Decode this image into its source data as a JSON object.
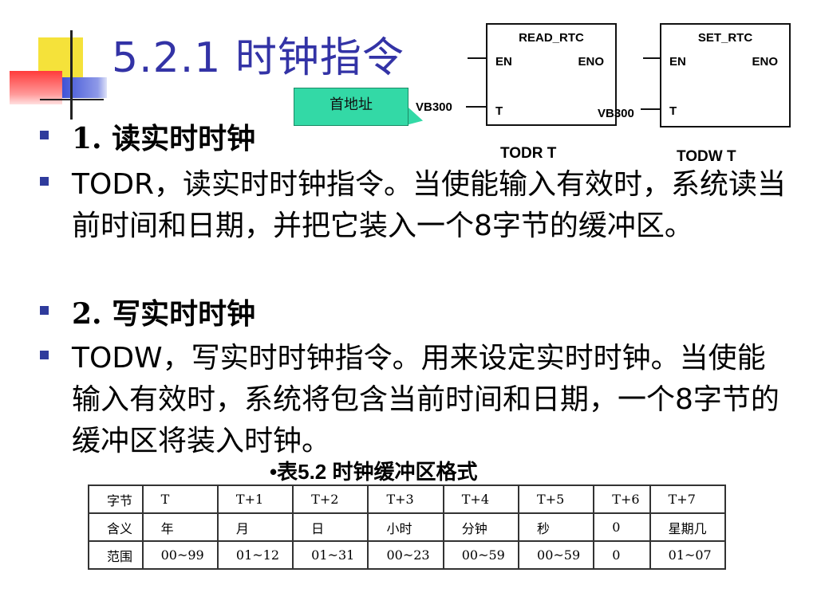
{
  "title": "5.2.1  时钟指令",
  "diagram": {
    "read_block": {
      "name": "READ_RTC",
      "en": "EN",
      "eno": "ENO",
      "t": "T"
    },
    "set_block": {
      "name": "SET_RTC",
      "en": "EN",
      "eno": "ENO",
      "t": "T"
    },
    "read_input": "VB300",
    "set_input": "VB300",
    "read_caption": "TODR  T",
    "set_caption": "TODW  T",
    "callout": "首地址"
  },
  "bullets": [
    {
      "text": "1. 读实时时钟",
      "bold": true
    },
    {
      "text": "TODR，读实时时钟指令。当使能输入有效时，系统读当前时间和日期，并把它装入一个8字节的缓冲区。",
      "bold": false
    },
    {
      "text": "2. 写实时时钟",
      "bold": true
    },
    {
      "text": "TODW，写实时时钟指令。用来设定实时时钟。当使能输入有效时，系统将包含当前时间和日期，一个8字节的缓冲区将装入时钟。",
      "bold": false
    }
  ],
  "table": {
    "caption": "•表5.2    时钟缓冲区格式",
    "rows": [
      [
        "字节",
        "T",
        "T+1",
        "T+2",
        "T+3",
        "T+4",
        "T+5",
        "T+6",
        "T+7"
      ],
      [
        "含义",
        "年",
        "月",
        "日",
        "小时",
        "分钟",
        "秒",
        "0",
        "星期几"
      ],
      [
        "范围",
        "00~99",
        "01~12",
        "01~31",
        "00~23",
        "00~59",
        "00~59",
        "0",
        "01~07"
      ]
    ]
  },
  "colors": {
    "title": "#3333a6",
    "bullet": "#2f3b9c",
    "callout": "#33d9a6"
  }
}
